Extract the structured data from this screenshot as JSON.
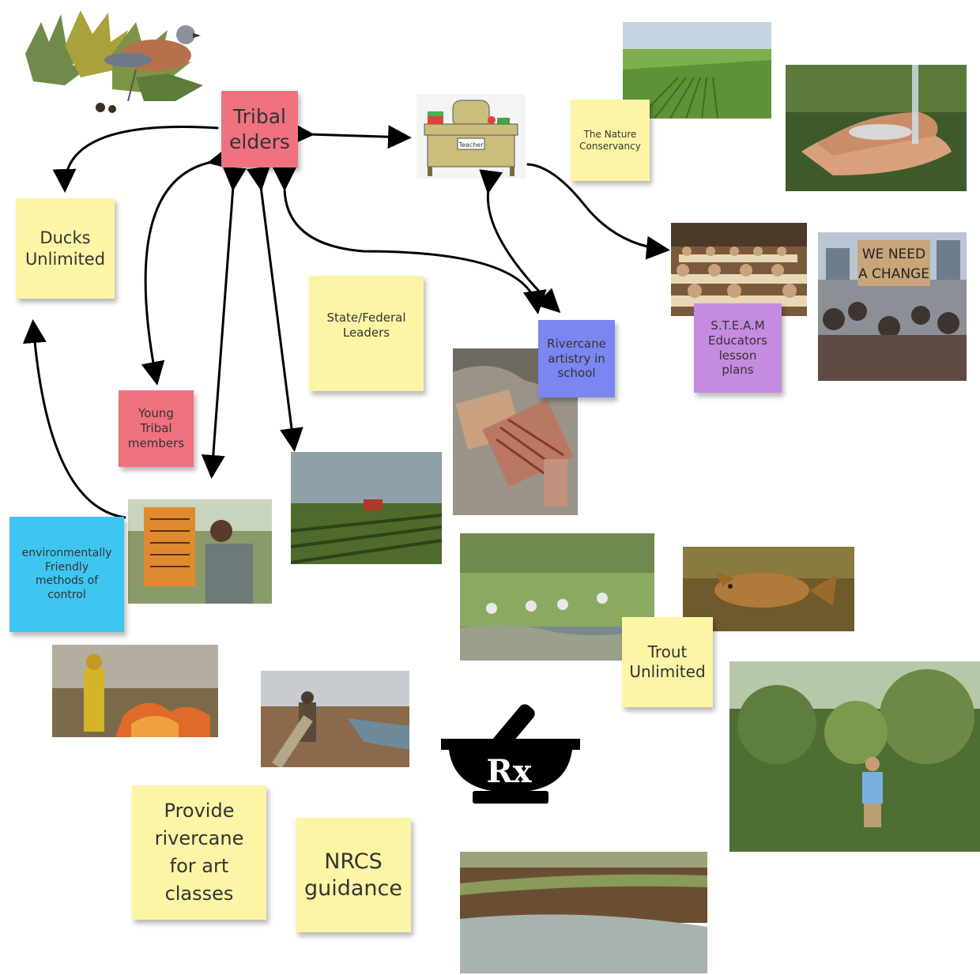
{
  "notes": {
    "tribal_elders": "Tribal\nelders",
    "ducks_unlimited": "Ducks\nUnlimited",
    "nature_conservancy": "The Nature\nConservancy",
    "state_federal": "State/Federal\nLeaders",
    "young_tribal": "Young\nTribal\nmembers",
    "rivercane_artistry": "Rivercane\nartistry in\nschool",
    "steam_educators": "S.T.E.A.M\nEducators\nlesson\nplans",
    "env_friendly": "environmentally\nFriendly\nmethods of\ncontrol",
    "trout_unlimited": "Trout\nUnlimited",
    "provide_rivercane": "Provide\nrivercane\nfor art\nclasses",
    "nrcs": "NRCS\nguidance"
  },
  "images": {
    "teacher_desk_label": "Teacher",
    "protest_sign": "WE NEED\nA CHANGE",
    "rx_symbol": "Rx"
  },
  "colors": {
    "yellow_note": "#fdf5a6",
    "pink_note": "#f0727f",
    "blue_note": "#7b86f0",
    "purple_note": "#c58be0",
    "cyan_note": "#3fc6f0"
  }
}
